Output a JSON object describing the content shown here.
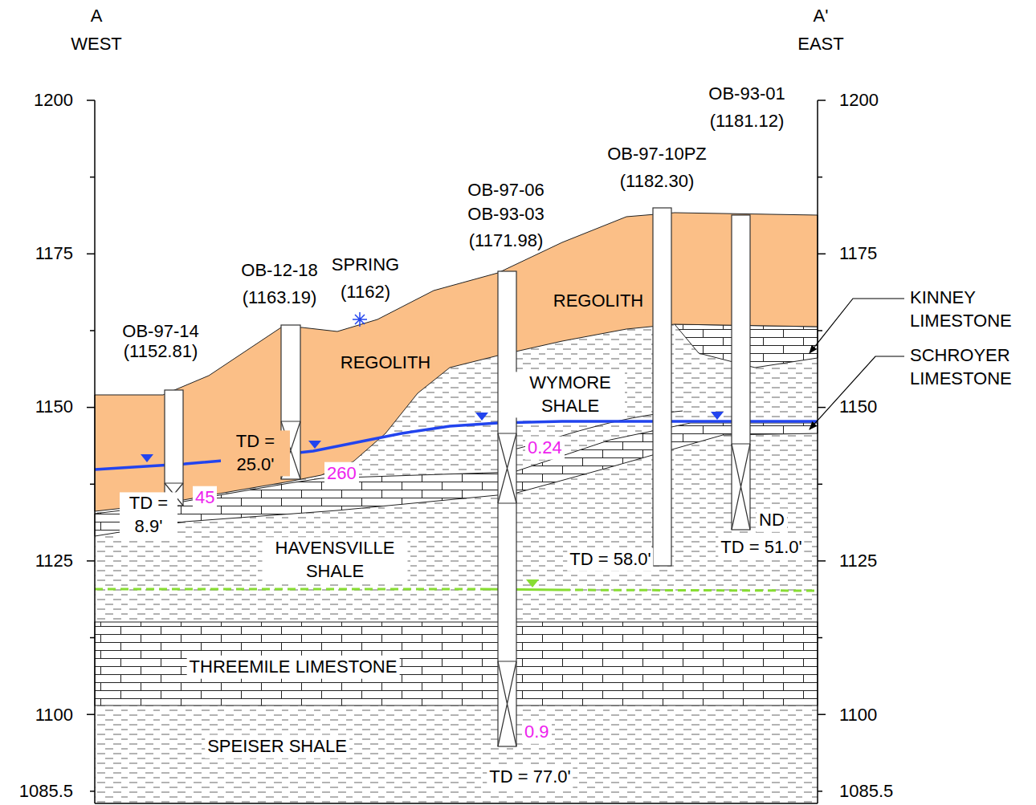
{
  "diagram": {
    "labels": [
      "A",
      "WEST",
      "A'",
      "EAST",
      "1200",
      "1200",
      "OB-93-01",
      "(1181.12)",
      "OB-97-10PZ",
      "(1182.30)",
      "OB-97-06",
      "OB-93-03",
      "(1171.98)",
      "1175",
      "1175",
      "OB-12-18",
      "(1163.19)",
      "SPRING",
      "(1162)",
      "REGOLITH",
      "KINNEY LIMESTONE",
      "SCHROYER LIMESTONE",
      "OB-97-14",
      "(1152.81)",
      "REGOLITH",
      "WYMORE SHALE",
      "1150",
      "1150",
      "TD = 25.0'",
      "0.24",
      "260",
      "45",
      "TD = 8.9'",
      "ND",
      "TD = 51.0'",
      "HAVENSVILLE SHALE",
      "TD = 58.0'",
      "1125",
      "1125",
      "THREEMILE LIMESTONE",
      "1100",
      "1100",
      "0.9",
      "SPEISER SHALE",
      "TD = 77.0'",
      "1085.5",
      "1085.5"
    ]
  }
}
